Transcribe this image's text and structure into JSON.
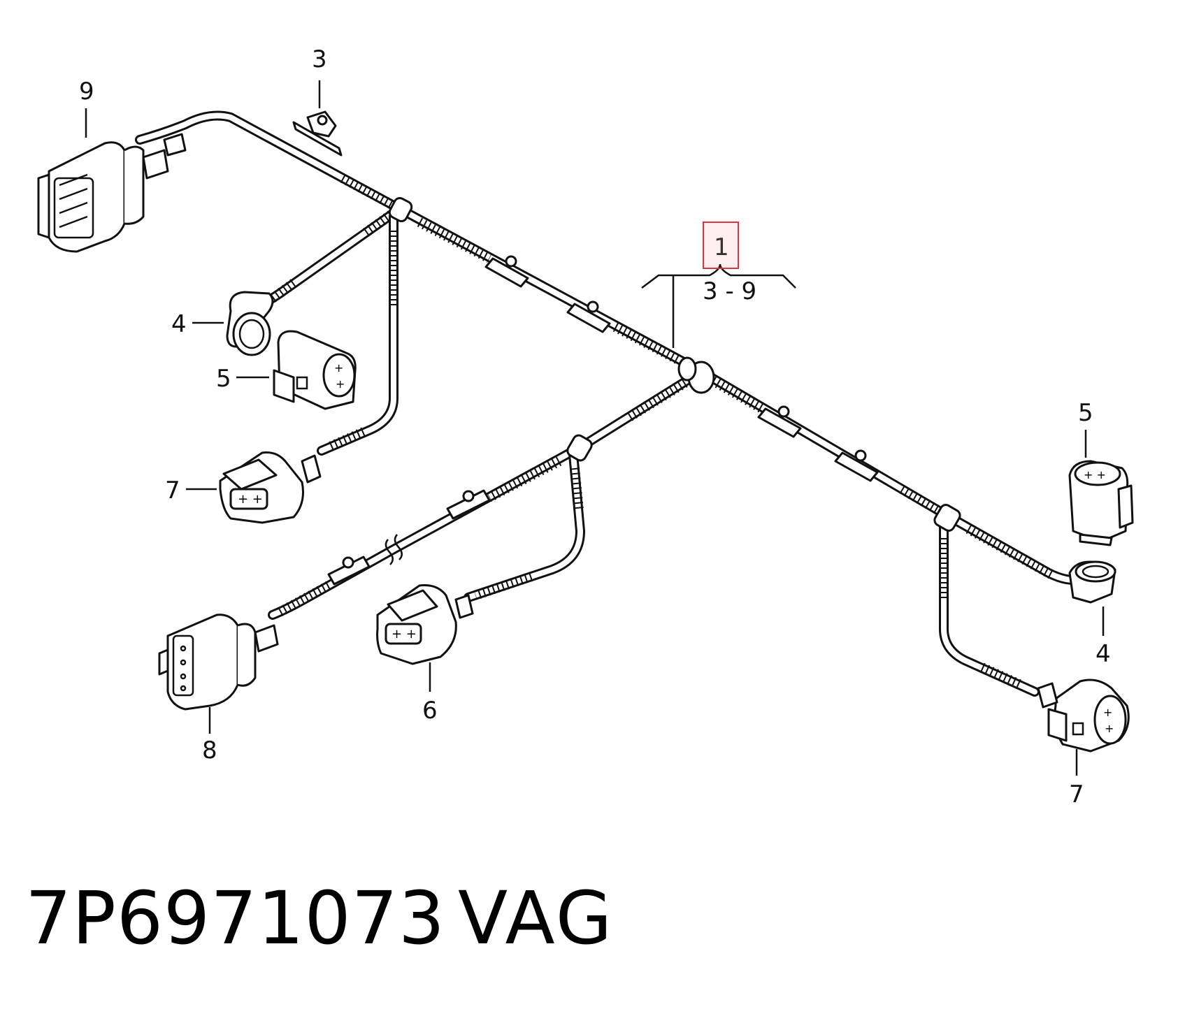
{
  "diagram": {
    "main_item": "1",
    "range_label": "3 - 9",
    "callouts": {
      "c3_top": "3",
      "c9": "9",
      "c4_left": "4",
      "c5_left": "5",
      "c7_left": "7",
      "c8": "8",
      "c6": "6",
      "c5_right": "5",
      "c4_right": "4",
      "c7_right": "7"
    },
    "highlight_color": "#e0323c"
  },
  "footer": {
    "part_number": "7P6971073",
    "brand": "VAG"
  }
}
